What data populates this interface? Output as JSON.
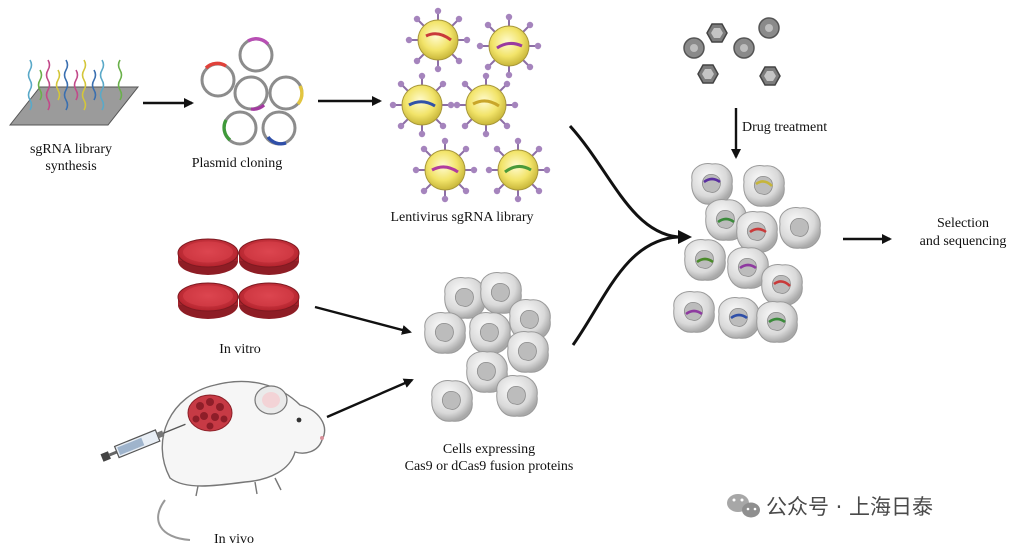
{
  "labels": {
    "sgrna_line1": "sgRNA library",
    "sgrna_line2": "synthesis",
    "plasmid": "Plasmid cloning",
    "lentivirus": "Lentivirus sgRNA library",
    "drug": "Drug treatment",
    "selection_line1": "Selection",
    "selection_line2": "and sequencing",
    "invitro": "In vitro",
    "cells_line1": "Cells expressing",
    "cells_line2": "Cas9 or dCas9 fusion proteins",
    "invivo": "In vivo"
  },
  "watermark": {
    "text": "公众号 · 上海日泰",
    "icon": "wechat-icon"
  },
  "colors": {
    "virus_yellow": "#f3e86a",
    "virus_spike": "#9a7ab0",
    "dish_red": "#c8303a",
    "cell_gray": "#d8d8d8",
    "arrow": "#111111",
    "drug_gray": "#8a8a8a"
  }
}
